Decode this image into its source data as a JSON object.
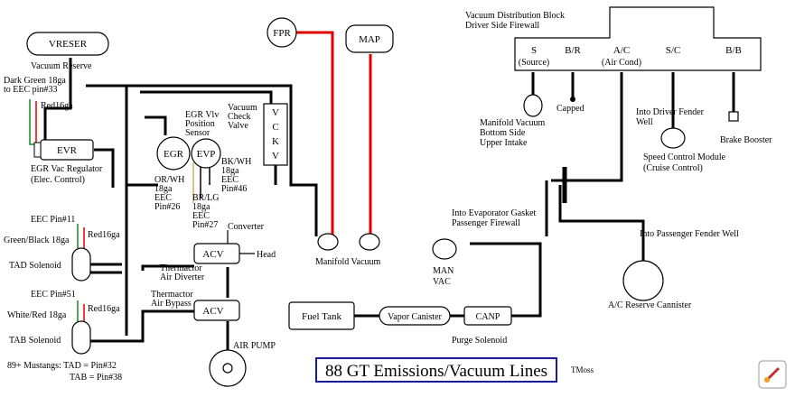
{
  "colors": {
    "hose": "#000000",
    "fuel_red": "#e00000",
    "wire_green": "#1a8a1a",
    "wire_red": "#e00000",
    "title_border": "#1a1aa0",
    "wire_tan": "#d8b060",
    "wire_bk": "#000000"
  },
  "title": "88 GT Emissions/Vacuum Lines",
  "author": "TMoss",
  "components": {
    "vreser": "VRESER",
    "vreser_caption": "Vacuum Reserve",
    "evr": "EVR",
    "evr_caption_1": "EGR Vac Regulator",
    "evr_caption_2": "(Elec. Control)",
    "egr": "EGR",
    "evp": "EVP",
    "vckv": [
      "V",
      "C",
      "K",
      "V"
    ],
    "fpr": "FPR",
    "map": "MAP",
    "manifold_vacuum": "Manifold Vacuum",
    "acv_top": "ACV",
    "acv_bottom": "ACV",
    "tad_solenoid": "TAD Solenoid",
    "tab_solenoid": "TAB Solenoid",
    "fuel_tank": "Fuel Tank",
    "vapor_canister": "Vapor Canister",
    "canp": "CANP",
    "purge_solenoid": "Purge Solenoid",
    "man_vac_1": "MAN",
    "man_vac_2": "VAC",
    "air_pump": "AIR PUMP",
    "ac_reserve": "A/C Reserve Cannister"
  },
  "distribution_block": {
    "title_1": "Vacuum Distribution Block",
    "title_2": "Driver Side Firewall",
    "ports": [
      "S",
      "B/R",
      "A/C",
      "S/C",
      "B/B"
    ],
    "port_notes": [
      "(Source)",
      "",
      "(Air Cond)",
      "",
      ""
    ]
  },
  "labels": {
    "dark_green_1": "Dark Green 18ga",
    "dark_green_2": "to EEC pin#33",
    "red16_evr": "Red16ga",
    "egr_vlv_1": "EGR Vlv",
    "egr_vlv_2": "Position",
    "egr_vlv_3": "Sensor",
    "vac_check_1": "Vacuum",
    "vac_check_2": "Check",
    "vac_check_3": "Valve",
    "orwh_1": "OR/WH",
    "orwh_2": "18ga",
    "orwh_3": "EEC",
    "orwh_4": "Pin#26",
    "bkwh_1": "BK/WH",
    "bkwh_2": "18ga",
    "bkwh_3": "EEC",
    "bkwh_4": "Pin#46",
    "brlg_1": "BR/LG",
    "brlg_2": "18ga",
    "brlg_3": "EEC",
    "brlg_4": "Pin#27",
    "converter": "Converter",
    "head": "Head",
    "thermactor_div_1": "Thermactor",
    "thermactor_div_2": "Air Diverter",
    "thermactor_byp_1": "Thermactor",
    "thermactor_byp_2": "Air Bypass",
    "eec_pin11": "EEC Pin#11",
    "green_black": "Green/Black 18ga",
    "red16_tad": "Red16ga",
    "eec_pin51": "EEC Pin#51",
    "white_red": "White/Red 18ga",
    "red16_tab": "Red16ga",
    "mustangs_1": "89+ Mustangs: TAD = Pin#32",
    "mustangs_2": "TAB = Pin#38",
    "manifold_vac_bottom_1": "Manifold Vacuum",
    "manifold_vac_bottom_2": "Bottom Side",
    "manifold_vac_bottom_3": "Upper Intake",
    "capped": "Capped",
    "driver_fender_1": "Into Driver Fender",
    "driver_fender_2": "Well",
    "brake_booster": "Brake Booster",
    "speed_control_1": "Speed Control Module",
    "speed_control_2": "(Cruise Control)",
    "evap_gasket_1": "Into Evaporator Gasket",
    "evap_gasket_2": "Passenger Firewall",
    "passenger_fender": "Into Passenger Fender Well"
  }
}
